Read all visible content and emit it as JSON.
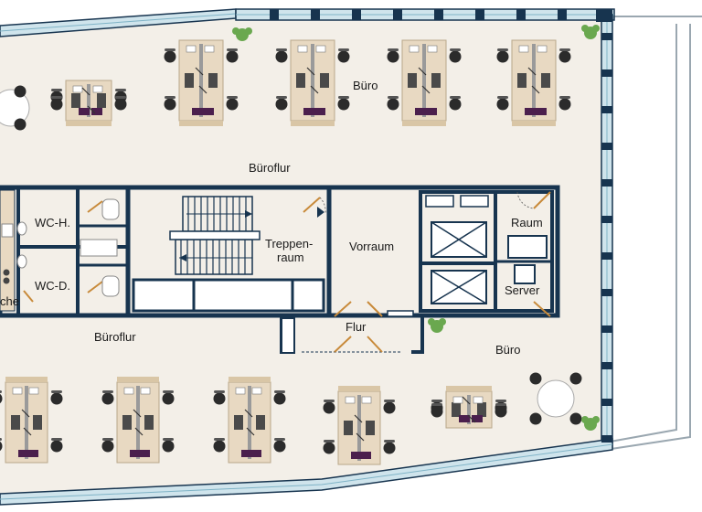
{
  "labels": {
    "office_top": "Büro",
    "corridor_top": "Büroflur",
    "wc_h": "WC-H.",
    "wc_d": "WC-D.",
    "kitchen_partial": "che",
    "stair_line1": "Treppen-",
    "stair_line2": "raum",
    "vorraum": "Vorraum",
    "raum": "Raum",
    "server": "Server",
    "corridor_bottom": "Büroflur",
    "flur": "Flur",
    "office_bottom": "Büro"
  },
  "colors": {
    "floor": "#f3efe8",
    "wall": "#17344f",
    "window": "#cfe4ec",
    "desk_wood": "#e8d9c2",
    "chair": "#2b2b2b",
    "monitor": "#4a4a4a",
    "binder": "#4b1f4d",
    "paper": "#ffffff",
    "door": "#c88a3a",
    "plant": "#6aa84f"
  }
}
